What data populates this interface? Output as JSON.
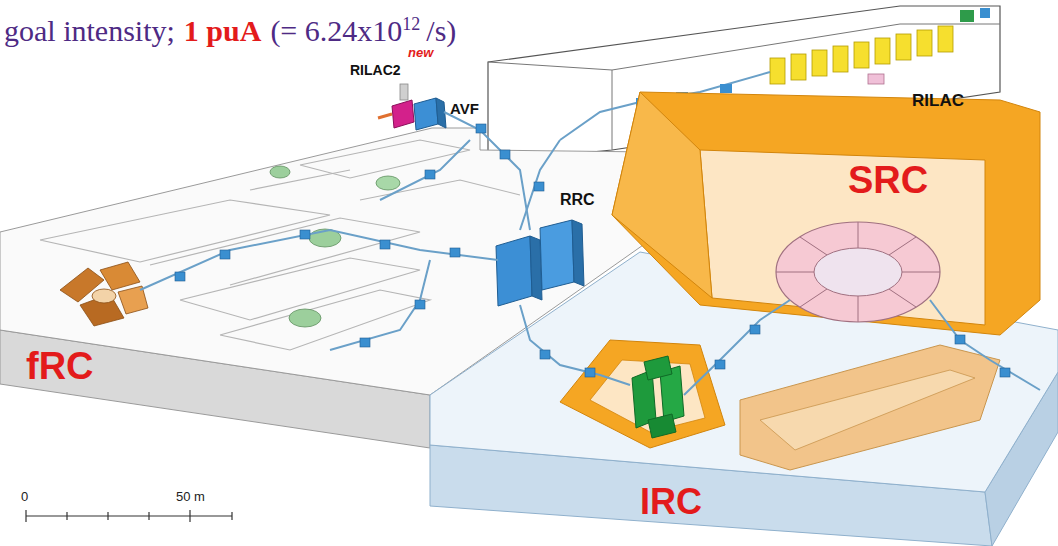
{
  "diagram": {
    "labels": [
      "goal intensity;",
      "1 puA",
      "(= 6.24x10",
      "12",
      "/s)",
      "RILAC",
      "new",
      "RILAC2",
      "AVF",
      "RRC",
      "SRC",
      "fRC",
      "IRC",
      "0",
      "50 m"
    ]
  }
}
